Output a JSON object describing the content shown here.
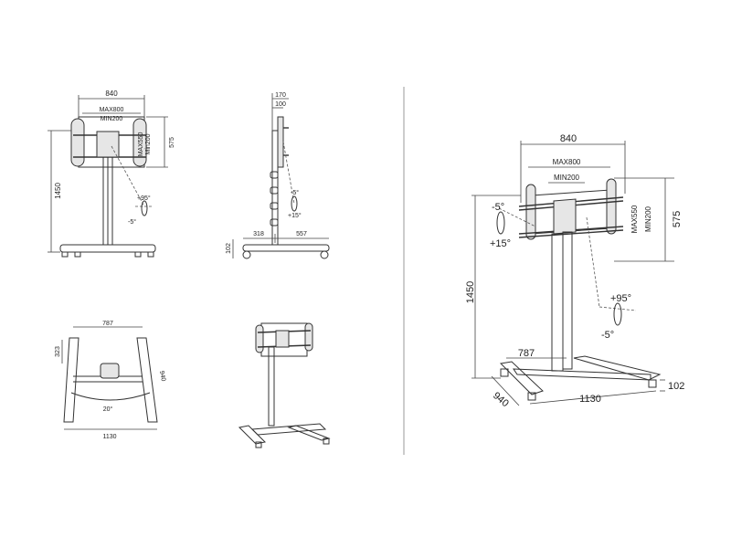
{
  "front_view": {
    "width": "840",
    "vesa_max_w": "MAX800",
    "vesa_min_w": "MIN200",
    "vesa_max_h": "MAX550",
    "vesa_min_h": "Min200",
    "bracket_height": "575",
    "total_height": "1450",
    "tilt_up": "+95°",
    "tilt_down": "-5°"
  },
  "side_view": {
    "depth_outer": "170",
    "depth_inner": "100",
    "tilt_down": "-5°",
    "tilt_up": "+15°",
    "base_height": "102",
    "base_front": "318",
    "base_rear": "557"
  },
  "top_view": {
    "inner_width": "787",
    "offset": "323",
    "leg_length": "940",
    "angle": "20°",
    "base_width": "1130"
  },
  "iso_view": {
    "width": "840",
    "vesa_max_w": "MAX800",
    "vesa_min_w": "MIN200",
    "vesa_max_h": "MAX550",
    "vesa_min_h": "MIN200",
    "bracket_height": "575",
    "total_height": "1450",
    "tilt_left_down": "-5°",
    "tilt_left_up": "+15°",
    "tilt_right_up": "+95°",
    "tilt_right_down": "-5°",
    "base_inner": "787",
    "base_depth": "940",
    "base_width": "1130",
    "base_height": "102"
  }
}
